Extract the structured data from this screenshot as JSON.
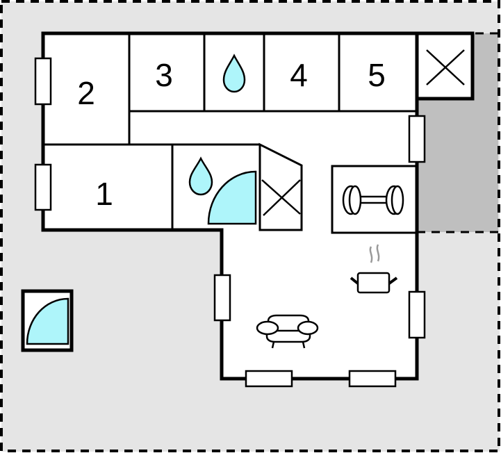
{
  "floor_plan": {
    "colors": {
      "plot_fill": "#e5e5e5",
      "terrace_fill": "#bfbfbf",
      "room_fill": "#ffffff",
      "water_fill": "#aef5fa",
      "wall": "#000000",
      "steam": "#999999"
    },
    "rooms": [
      {
        "id": "room-1",
        "label": "1"
      },
      {
        "id": "room-2",
        "label": "2"
      },
      {
        "id": "room-3",
        "label": "3"
      },
      {
        "id": "room-4",
        "label": "4"
      },
      {
        "id": "room-5",
        "label": "5"
      }
    ],
    "icons": [
      "water-drop-icon",
      "shower-icon",
      "storage-x-icon",
      "dumbbell-icon",
      "cooking-pot-icon",
      "sofa-icon",
      "outdoor-shower-icon"
    ]
  }
}
